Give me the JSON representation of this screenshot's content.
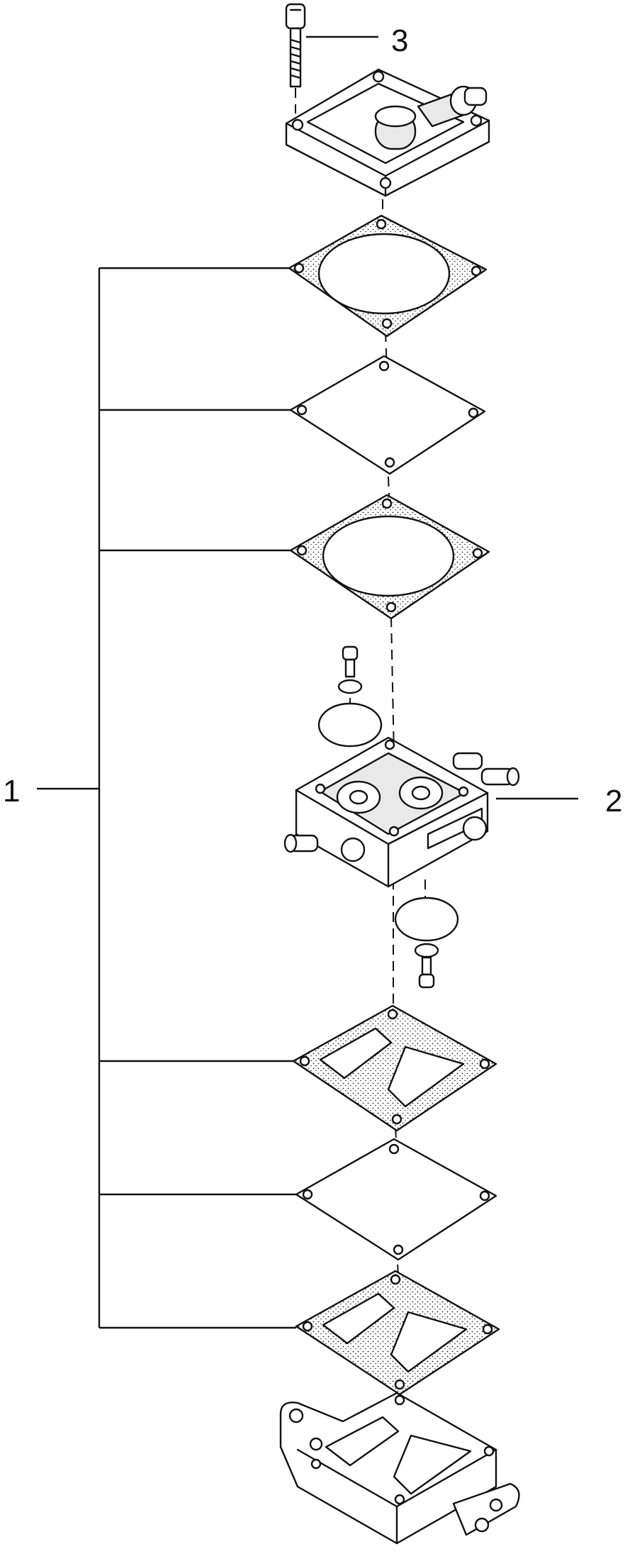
{
  "diagram": {
    "type": "exploded-parts-view",
    "callouts": [
      {
        "id": "1",
        "label": "1"
      },
      {
        "id": "2",
        "label": "2"
      },
      {
        "id": "3",
        "label": "3"
      }
    ],
    "parts": [
      "screw",
      "pump-cover",
      "gasket",
      "diaphragm",
      "gasket",
      "pump-body",
      "gasket",
      "diaphragm",
      "gasket",
      "base-plate"
    ],
    "colors": {
      "ink": "#111111",
      "paper": "#ffffff",
      "shade": "#e9e9e9"
    }
  }
}
